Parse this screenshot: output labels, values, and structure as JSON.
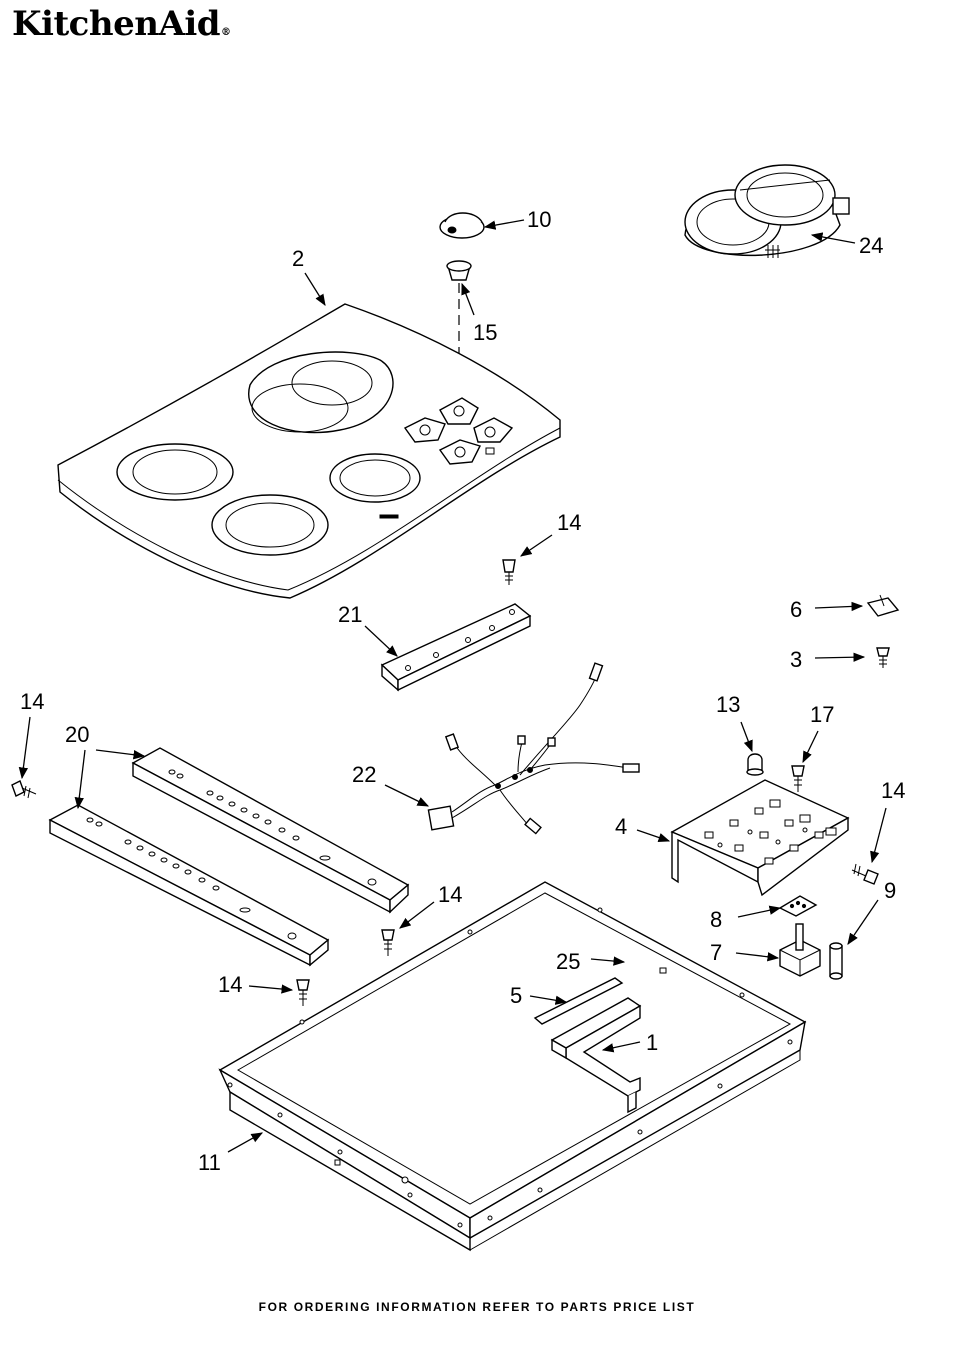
{
  "brand": {
    "name": "KitchenAid",
    "mark": "®"
  },
  "callouts": {
    "c1": "1",
    "c2": "2",
    "c3": "3",
    "c4": "4",
    "c5": "5",
    "c6": "6",
    "c7": "7",
    "c8": "8",
    "c9": "9",
    "c10": "10",
    "c11": "11",
    "c13": "13",
    "c14": "14",
    "c15": "15",
    "c17": "17",
    "c20": "20",
    "c21": "21",
    "c22": "22",
    "c24": "24",
    "c25": "25"
  },
  "footer": {
    "text": "FOR ORDERING INFORMATION REFER TO PARTS PRICE LIST"
  }
}
